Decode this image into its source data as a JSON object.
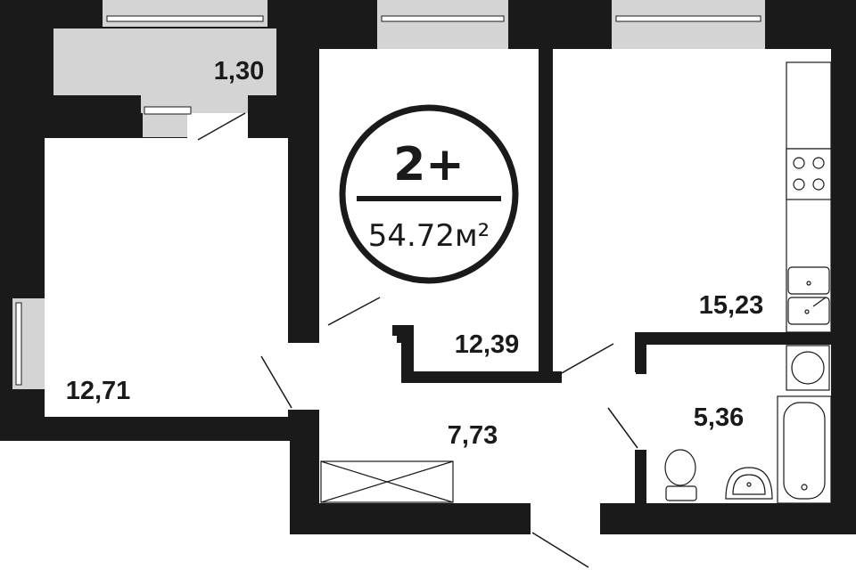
{
  "badge": {
    "type": "2+",
    "area": "54.72м²"
  },
  "rooms": [
    {
      "id": "balcony",
      "area": "1,30"
    },
    {
      "id": "bedroom-left",
      "area": "12,71"
    },
    {
      "id": "bedroom-middle",
      "area": "12,39"
    },
    {
      "id": "kitchen-living",
      "area": "15,23"
    },
    {
      "id": "bathroom",
      "area": "5,36"
    },
    {
      "id": "hallway",
      "area": "7,73"
    }
  ],
  "colors": {
    "wall": "#1a1a1a",
    "floor": "#ffffff",
    "window": "#d4d4d4",
    "balcony": "#d4d4d4"
  },
  "icons": [
    "stove-icon",
    "sink-icon",
    "washing-machine-icon",
    "bathtub-icon",
    "toilet-icon",
    "washbasin-icon",
    "wardrobe-icon",
    "door-swing-icon",
    "window-icon"
  ]
}
